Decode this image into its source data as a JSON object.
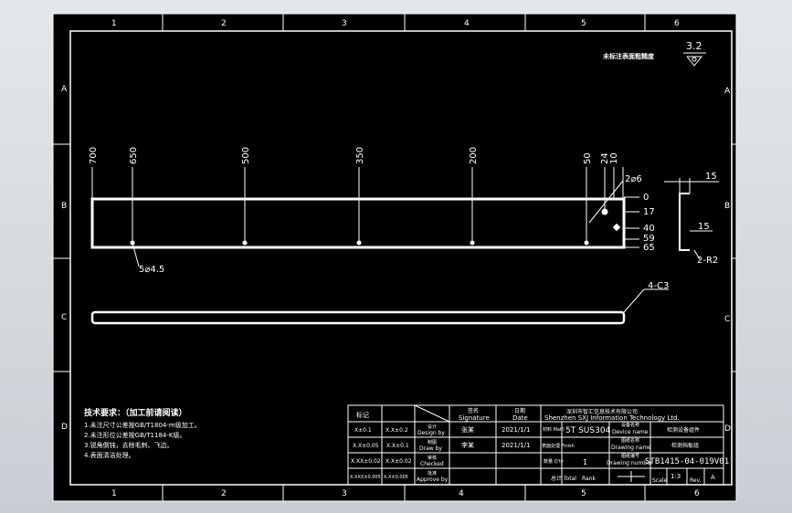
{
  "zone_labels": {
    "columns": [
      "1",
      "2",
      "3",
      "4",
      "5",
      "6"
    ],
    "rows": [
      "A",
      "B",
      "C",
      "D"
    ]
  },
  "roughness": "3.2",
  "top_note": "未标注表面粗糙度",
  "top_dims": [
    "700",
    "650",
    "500",
    "350",
    "200",
    "50",
    "24",
    "10"
  ],
  "right_dims": [
    "0",
    "17",
    "40",
    "59",
    "65"
  ],
  "callouts": {
    "holes_small": "2⌀6",
    "holes_row": "5⌀4.5",
    "chamfer": "4-C3",
    "section_width": "15",
    "section_height": "15",
    "section_radius": "2-R2"
  },
  "tech_notes": {
    "title": "技术要求：（加工前请阅读）",
    "lines": [
      "1.未注尺寸公差按GB/T1804-m级加工。",
      "2.未注形位公差按GB/T1184-K级。",
      "3.锐角倒钝，去除毛刺、飞边。",
      "4.表面清洁处理。"
    ]
  },
  "title_block": {
    "header_mark": "标记",
    "signature_label_cn": "签名",
    "signature_label_en": "Signature",
    "date_label_cn": "日期",
    "date_label_en": "Date",
    "company_cn": "深圳市智汇信息技术有限公司",
    "company_en": "Shenzhen SXJ Information Technology Ltd.",
    "rows": [
      {
        "code": "X±0.1",
        "tol": "X.X±0.2",
        "role_cn": "设计",
        "role_en": "Design by",
        "sign": "张某",
        "date": "2021/1/1"
      },
      {
        "code": "X.X±0.05",
        "tol": "X.X±0.1",
        "role_cn": "制图",
        "role_en": "Draw by",
        "sign": "李某",
        "date": "2021/1/1"
      },
      {
        "code": "X.XX±0.02",
        "tol": "X.X±0.02",
        "role_cn": "审核",
        "role_en": "Checked",
        "sign": "",
        "date": ""
      },
      {
        "code": "X.XXX±0.005",
        "tol": "X.X±0.005",
        "role_cn": "批准",
        "role_en": "Approve by",
        "sign": "",
        "date": ""
      }
    ],
    "material_label": "材料 Mat'l",
    "material": "5T SUS304",
    "finish_label": "表面处理 Finish",
    "qty_label": "数量 Q'ty",
    "qty": "1",
    "total_label": "总计 Total",
    "rank_label": "Rank",
    "device_label_cn": "设备名称",
    "device_label_en": "Device name",
    "device_value": "检测设备组件",
    "drawing_name_label_cn": "图纸名称",
    "drawing_name_label_en": "Drawing name",
    "drawing_name_value": "检测挡板组",
    "drawing_no_label_cn": "图纸编号",
    "drawing_no_label_en": "Drawing number",
    "drawing_no": "STB1415-04-019V01",
    "scale_label": "Scale",
    "scale": "1:3",
    "rev_label": "Rev.",
    "rev": "A"
  }
}
